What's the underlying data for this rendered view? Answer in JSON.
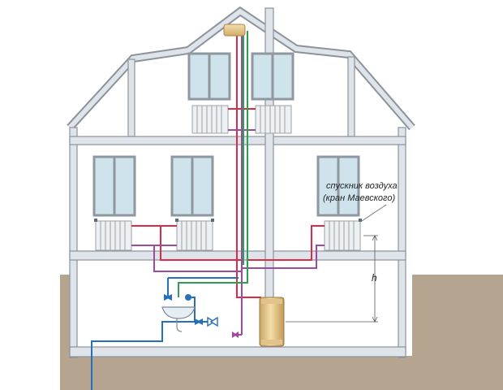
{
  "labels": {
    "air_vent_line1": "спускник воздуха",
    "air_vent_line2": "(кран Маевского)",
    "height_marker": "h"
  },
  "colors": {
    "ground": "#b5a48f",
    "house_fill": "#ffffff",
    "wall_stroke": "#8c939b",
    "wall_fill": "#dfe4ea",
    "hot_pipe": "#dc2a49",
    "return_pipe": "#a04a9e",
    "gas_pipe": "#2aa050",
    "water_pipe": "#2670b8",
    "boiler": "#e9c98c",
    "radiator": "#eef1f4",
    "window_frame": "#8f989f",
    "window_glass": "#cfe3ec"
  },
  "icons": [
    "radiator-icon",
    "window-icon",
    "boiler-icon",
    "expansion-tank-icon",
    "sink-icon",
    "valve-icon",
    "pump-icon"
  ]
}
